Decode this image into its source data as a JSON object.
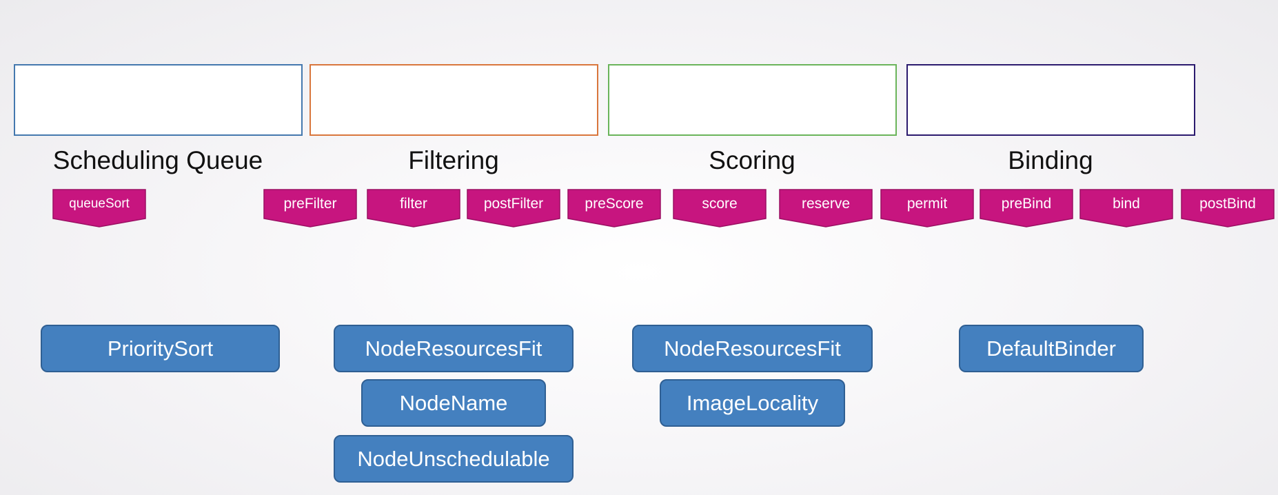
{
  "stages": [
    {
      "id": "scheduling-queue",
      "title": "Scheduling Queue",
      "color": "#4478ae"
    },
    {
      "id": "filtering",
      "title": "Filtering",
      "color": "#d9763c"
    },
    {
      "id": "scoring",
      "title": "Scoring",
      "color": "#6ab45a"
    },
    {
      "id": "binding",
      "title": "Binding",
      "color": "#2b1a6e"
    }
  ],
  "extension_points": [
    {
      "id": "queue-sort",
      "label": "queueSort"
    },
    {
      "id": "pre-filter",
      "label": "preFilter"
    },
    {
      "id": "filter",
      "label": "filter"
    },
    {
      "id": "post-filter",
      "label": "postFilter"
    },
    {
      "id": "pre-score",
      "label": "preScore"
    },
    {
      "id": "score",
      "label": "score"
    },
    {
      "id": "reserve",
      "label": "reserve"
    },
    {
      "id": "permit",
      "label": "permit"
    },
    {
      "id": "pre-bind",
      "label": "preBind"
    },
    {
      "id": "bind",
      "label": "bind"
    },
    {
      "id": "post-bind",
      "label": "postBind"
    }
  ],
  "extension_color": "#c7157f",
  "plugins": {
    "scheduling_queue": [
      "PrioritySort"
    ],
    "filtering": [
      "NodeResourcesFit",
      "NodeName",
      "NodeUnschedulable"
    ],
    "scoring": [
      "NodeResourcesFit",
      "ImageLocality"
    ],
    "binding": [
      "DefaultBinder"
    ]
  },
  "plugin_color": "#4480bf"
}
